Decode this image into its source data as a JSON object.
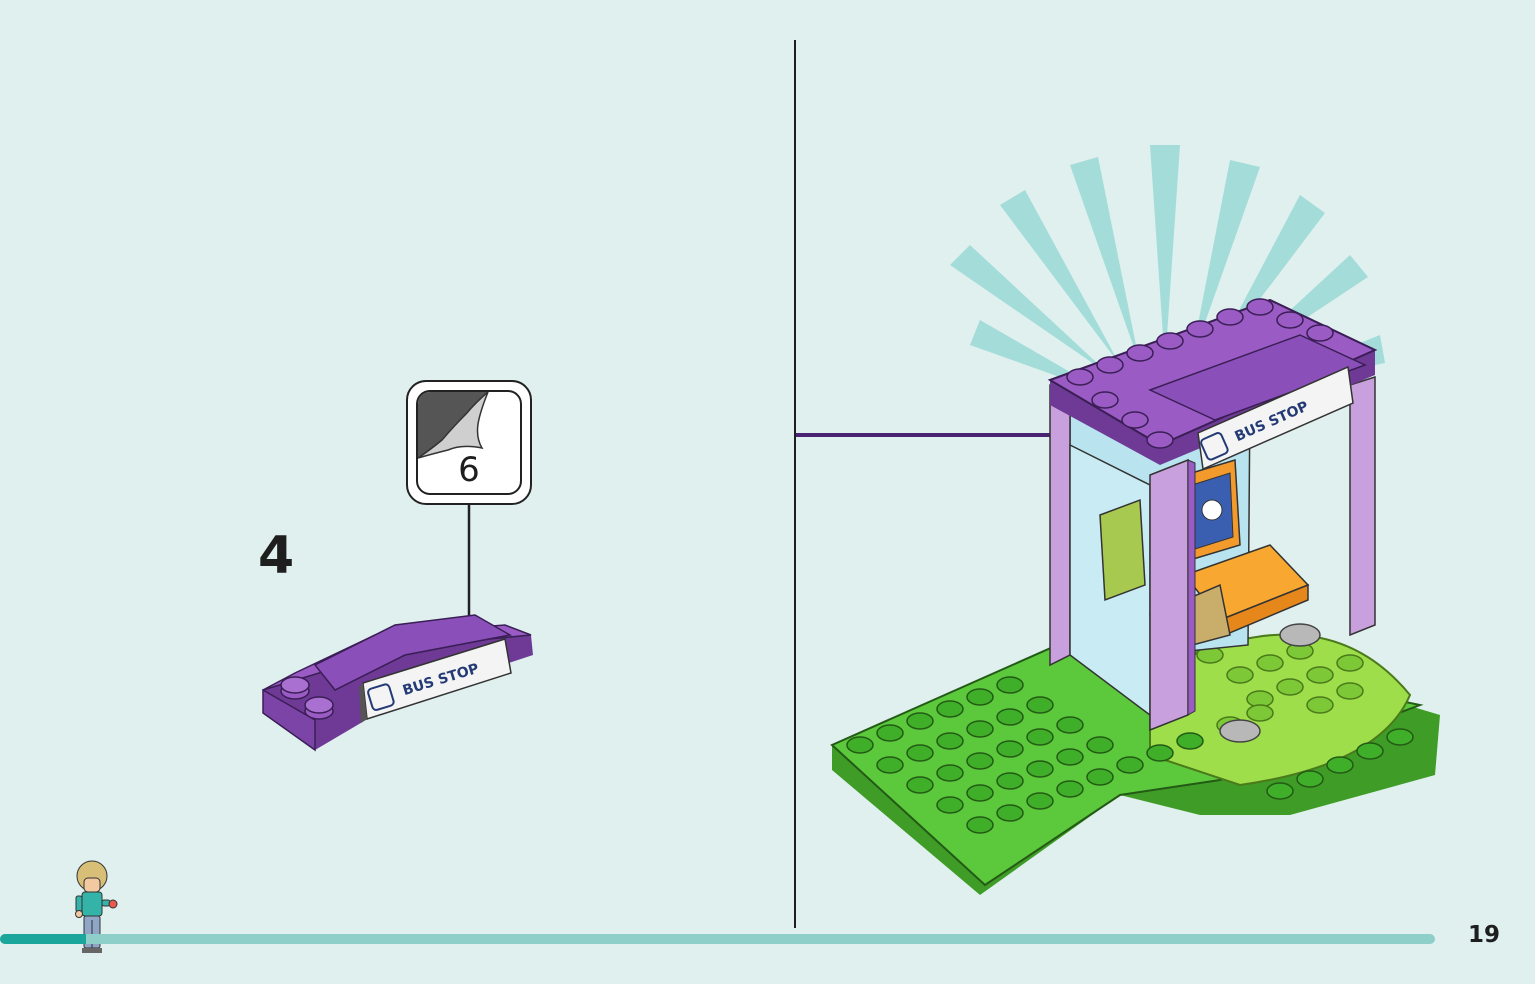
{
  "step": {
    "number": "4"
  },
  "callout": {
    "sticker_number": "6"
  },
  "sign": {
    "label_small": "BUS STOP",
    "label_large": "BUS STOP"
  },
  "footer": {
    "page_number": "19",
    "progress_fraction": 0.06
  },
  "colors": {
    "background": "#dff0ef",
    "purple": "#9a5cc4",
    "purple_dark": "#6e3a96",
    "lilac": "#c8a0de",
    "green": "#5cc93c",
    "green_dark": "#3f9d27",
    "lime": "#9ede4a",
    "arrow": "#4a2474",
    "progress": "#1aa69a",
    "progress_track": "#8ecfca"
  }
}
